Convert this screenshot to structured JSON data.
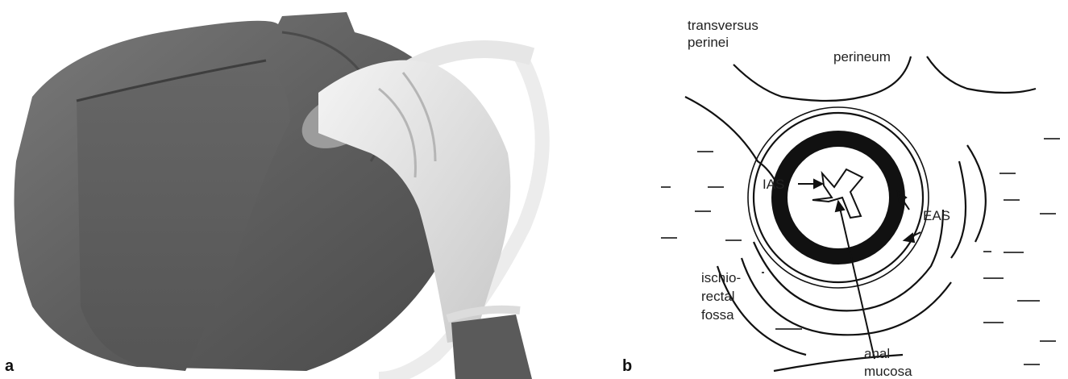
{
  "panels": {
    "a": {
      "letter": "a",
      "image": "grey-pelvic-manikin-with-endoanal-ultrasound-probe-held-by-gloved-hand"
    },
    "b": {
      "letter": "b"
    }
  },
  "diagram": {
    "labels": {
      "transversus_line1": "transversus",
      "transversus_line2": "perinei",
      "perineum": "perineum",
      "ias": "IAS",
      "eas": "EAS",
      "ischio_line1": "ischio-",
      "ischio_line2": "rectal",
      "ischio_line3": "fossa",
      "anal_line1": "anal",
      "anal_line2": "mucosa"
    }
  }
}
